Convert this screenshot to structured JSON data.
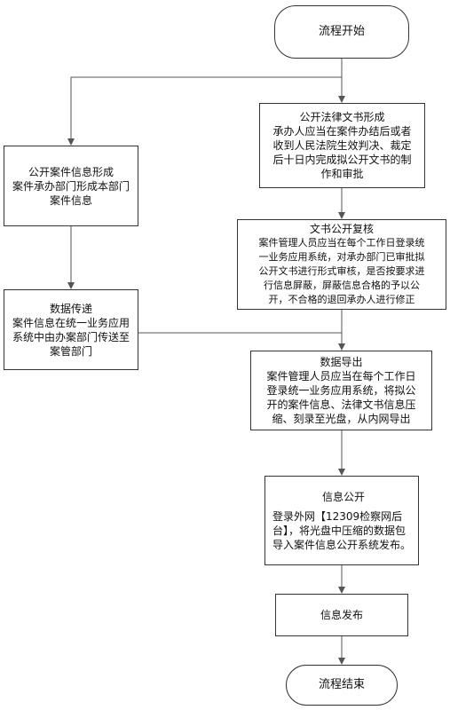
{
  "nodes": {
    "start": "流程开始",
    "legal_doc": {
      "title": "公开法律文书形成",
      "lines": [
        "承办人应当在案件办结后或者",
        "收到人民法院生效判决、裁定",
        "后十日内完成拟公开文书的制",
        "作和审批"
      ]
    },
    "case_info": {
      "title": "公开案件信息形成",
      "lines": [
        "案件承办部门形成本部门",
        "案件信息"
      ]
    },
    "review": {
      "title": "文书公开复核",
      "lines": [
        "案件管理人员应当在每个工作日登录统",
        "一业务应用系统，对承办部门已审批拟",
        "公开文书进行形式审核，是否按要求进",
        "行信息屏蔽，屏蔽信息合格的予以公",
        "开，不合格的退回承办人进行修正"
      ]
    },
    "transfer": {
      "title": "数据传递",
      "lines": [
        "案件信息在统一业务应用",
        "系统中由办案部门传送至",
        "案管部门"
      ]
    },
    "export": {
      "title": "数据导出",
      "lines": [
        "案件管理人员应当在每个工作日",
        "登录统一业务应用系统，将拟公",
        "开的案件信息、法律文书信息压",
        "缩、刻录至光盘，从内网导出"
      ]
    },
    "publish_info": {
      "title": "信息公开",
      "lines": [
        "登录外网【12309检察网后",
        "台】，将光盘中压缩的数据包",
        "导入案件信息公开系统发布。"
      ]
    },
    "release": "信息发布",
    "end": "流程结束"
  },
  "colors": {
    "line": "#555555",
    "border": "#333333"
  }
}
